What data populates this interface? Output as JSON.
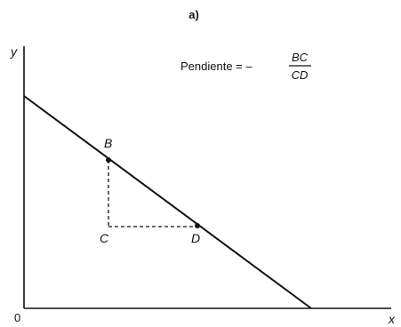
{
  "panel_label": "a)",
  "axes": {
    "y_label": "y",
    "x_label": "x",
    "origin_label": "0"
  },
  "formula": {
    "text": "Pendiente = –",
    "numerator": "BC",
    "denominator": "CD"
  },
  "points": {
    "B": "B",
    "C": "C",
    "D": "D"
  }
}
